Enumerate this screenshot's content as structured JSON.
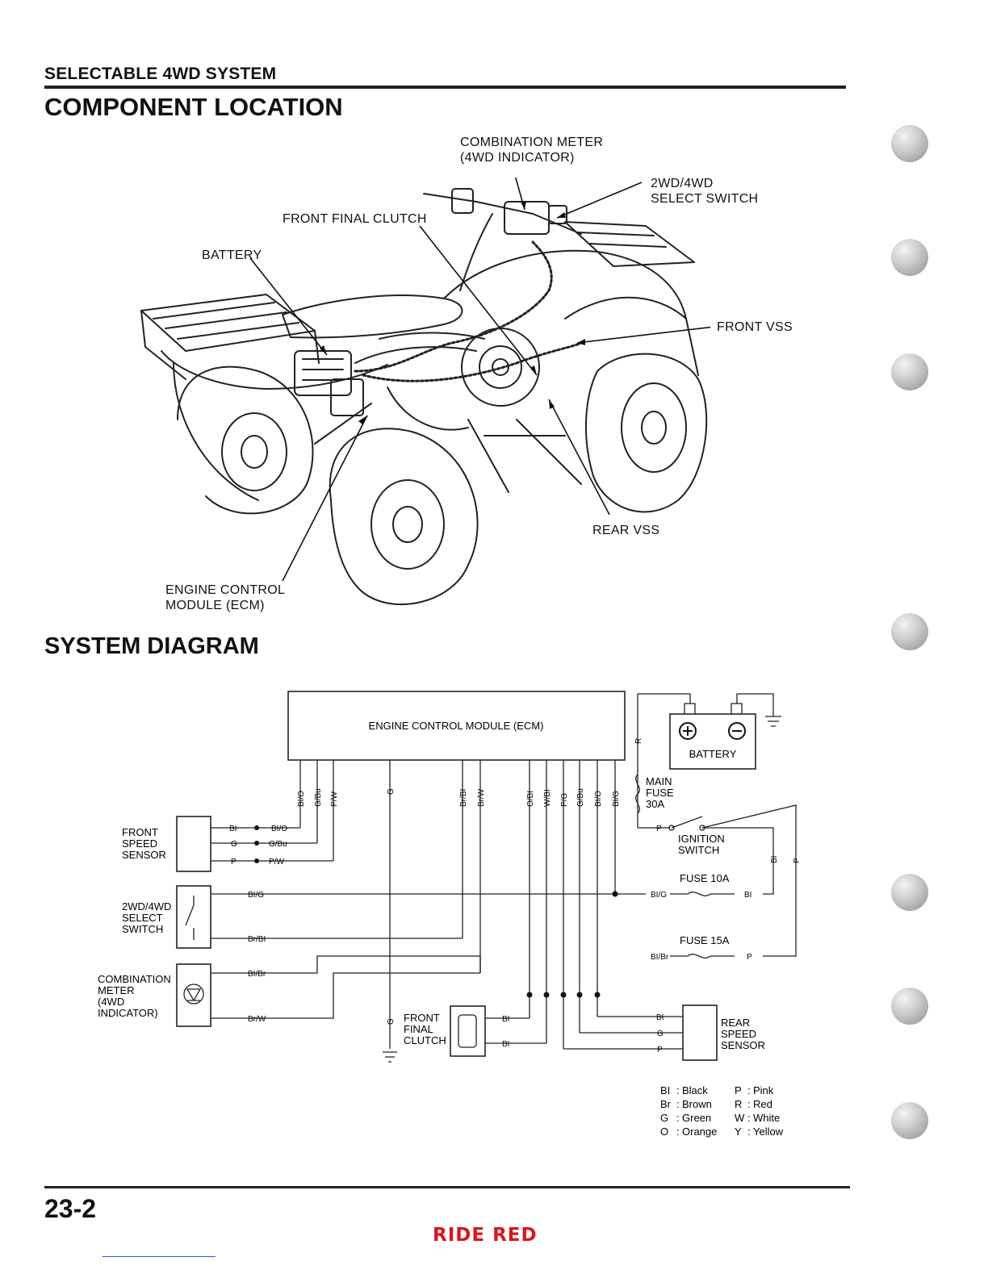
{
  "header": {
    "section_title": "SELECTABLE 4WD SYSTEM",
    "component_heading": "COMPONENT LOCATION",
    "system_heading": "SYSTEM DIAGRAM"
  },
  "callouts": {
    "combination_meter_1": "COMBINATION METER",
    "combination_meter_2": "(4WD INDICATOR)",
    "select_switch_1": "2WD/4WD",
    "select_switch_2": "SELECT SWITCH",
    "front_final_clutch": "FRONT FINAL CLUTCH",
    "battery": "BATTERY",
    "front_vss": "FRONT VSS",
    "rear_vss": "REAR VSS",
    "ecm_1": "ENGINE CONTROL",
    "ecm_2": "MODULE (ECM)"
  },
  "diagram": {
    "ecm_label": "ENGINE CONTROL MODULE (ECM)",
    "battery_label": "BATTERY",
    "main_fuse": [
      "MAIN",
      "FUSE",
      "30A"
    ],
    "ignition_switch": [
      "IGNITION",
      "SWITCH"
    ],
    "fuse_10a": "FUSE 10A",
    "fuse_15a": "FUSE 15A",
    "front_speed_sensor": [
      "FRONT",
      "SPEED",
      "SENSOR"
    ],
    "select_switch": [
      "2WD/4WD",
      "SELECT",
      "SWITCH"
    ],
    "combination_meter": [
      "COMBINATION",
      "METER",
      "(4WD",
      "INDICATOR)"
    ],
    "front_final_clutch": [
      "FRONT",
      "FINAL",
      "CLUTCH"
    ],
    "rear_speed_sensor": [
      "REAR",
      "SPEED",
      "SENSOR"
    ],
    "wire_labels": {
      "r": "R",
      "bi_o": "BI/O",
      "g_bu": "G/Bu",
      "p_w": "P/W",
      "g": "G",
      "br_bi": "Br/BI",
      "br_w": "Br/W",
      "o_bi": "O/BI",
      "w_bi": "W/BI",
      "p_g": "P/G",
      "bi_g": "BI/G",
      "bi_br": "BI/Br",
      "bi": "BI",
      "p": "P"
    }
  },
  "legend": [
    {
      "code": "BI",
      "color": "Black"
    },
    {
      "code": "Br",
      "color": "Brown"
    },
    {
      "code": "G",
      "color": "Green"
    },
    {
      "code": "O",
      "color": "Orange"
    },
    {
      "code": "P",
      "color": "Pink"
    },
    {
      "code": "R",
      "color": "Red"
    },
    {
      "code": "W",
      "color": "White"
    },
    {
      "code": "Y",
      "color": "Yellow"
    }
  ],
  "footer": {
    "page_number": "23-2",
    "brand": "RIDE RED",
    "brand_color": "#d9161c"
  }
}
